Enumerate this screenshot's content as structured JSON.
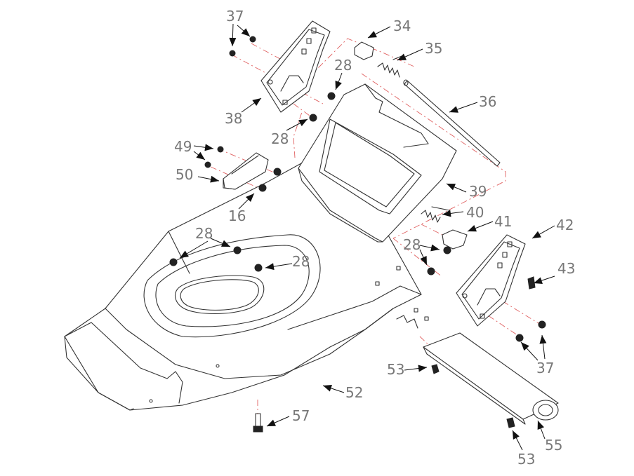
{
  "diagram": {
    "callouts": [
      {
        "id": "c37a",
        "text": "37"
      },
      {
        "id": "c34",
        "text": "34"
      },
      {
        "id": "c35",
        "text": "35"
      },
      {
        "id": "c28a",
        "text": "28"
      },
      {
        "id": "c36",
        "text": "36"
      },
      {
        "id": "c38",
        "text": "38"
      },
      {
        "id": "c28b",
        "text": "28"
      },
      {
        "id": "c49",
        "text": "49"
      },
      {
        "id": "c50",
        "text": "50"
      },
      {
        "id": "c39",
        "text": "39"
      },
      {
        "id": "c16",
        "text": "16"
      },
      {
        "id": "c40",
        "text": "40"
      },
      {
        "id": "c41",
        "text": "41"
      },
      {
        "id": "c42",
        "text": "42"
      },
      {
        "id": "c28c",
        "text": "28"
      },
      {
        "id": "c28d",
        "text": "28"
      },
      {
        "id": "c28e",
        "text": "28"
      },
      {
        "id": "c43",
        "text": "43"
      },
      {
        "id": "c37b",
        "text": "37"
      },
      {
        "id": "c53a",
        "text": "53"
      },
      {
        "id": "c52",
        "text": "52"
      },
      {
        "id": "c57",
        "text": "57"
      },
      {
        "id": "c55",
        "text": "55"
      },
      {
        "id": "c53b",
        "text": "53"
      }
    ]
  }
}
